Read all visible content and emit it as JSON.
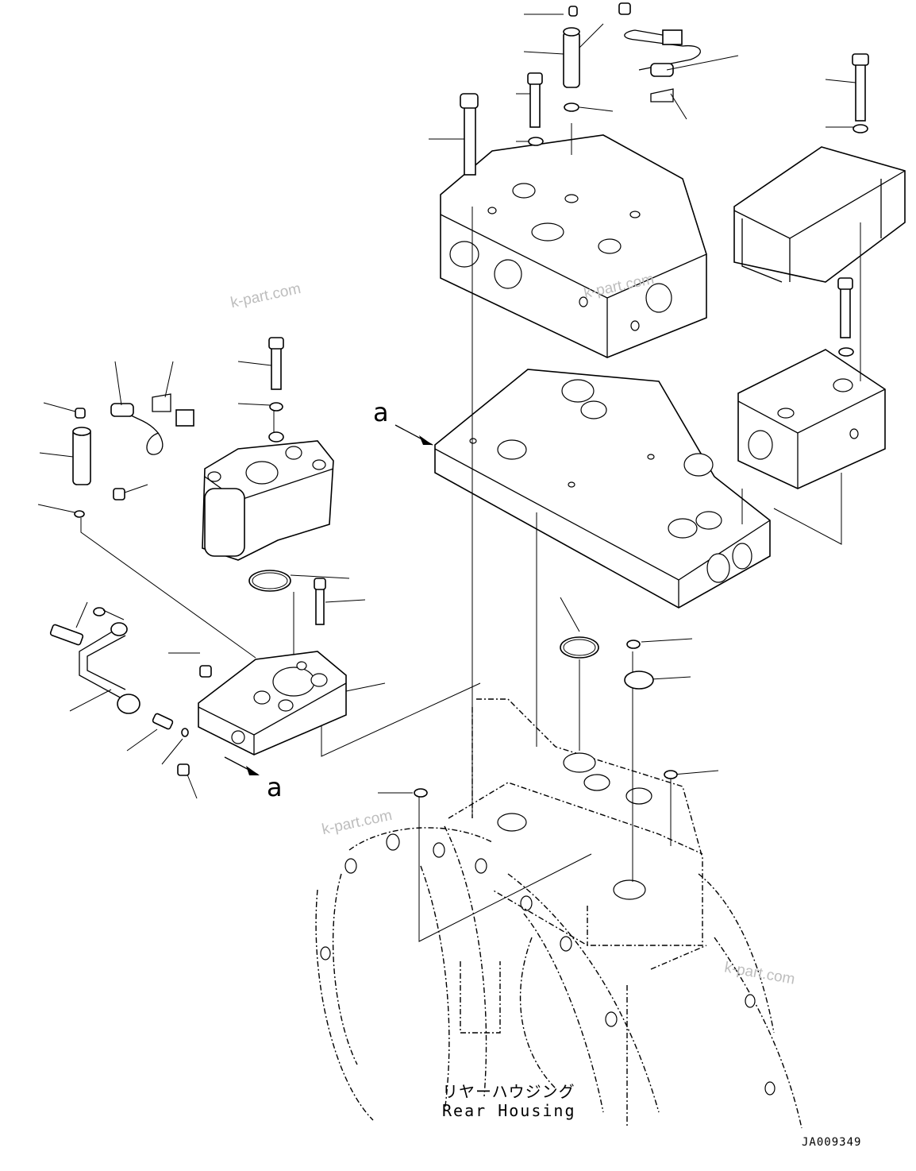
{
  "watermarks": [
    "k-part.com",
    "k-part.com",
    "k-part.com",
    "k-part.com"
  ],
  "view_marker": "a",
  "housing_label_jp": "リヤーハウジング",
  "housing_label_en": "Rear Housing",
  "drawing_code": "JA009349"
}
